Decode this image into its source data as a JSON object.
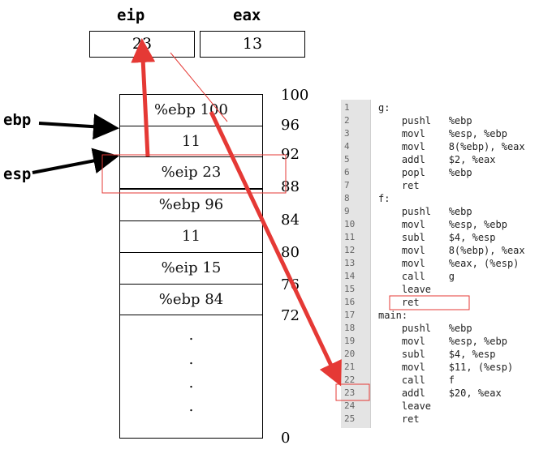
{
  "registers": [
    {
      "name": "eip",
      "value": "23"
    },
    {
      "name": "eax",
      "value": "13"
    }
  ],
  "stack": {
    "cells": [
      "%ebp 100",
      "11",
      "%eip 23",
      "%ebp 96",
      "11",
      "%eip 15",
      "%ebp 84"
    ],
    "addresses": [
      "100",
      "96",
      "92",
      "88",
      "84",
      "80",
      "76",
      "72",
      "0"
    ],
    "dots": [
      ".",
      ".",
      ".",
      "."
    ]
  },
  "pointers": [
    {
      "name": "ebp",
      "target": "96"
    },
    {
      "name": "esp",
      "target": "92"
    }
  ],
  "colors": {
    "arrow": "#e53935",
    "highlight": "#e53935",
    "gutter": "#e4e4e4"
  },
  "code": [
    {
      "n": "1",
      "t": "g:"
    },
    {
      "n": "2",
      "t": "    pushl   %ebp"
    },
    {
      "n": "3",
      "t": "    movl    %esp, %ebp"
    },
    {
      "n": "4",
      "t": "    movl    8(%ebp), %eax"
    },
    {
      "n": "5",
      "t": "    addl    $2, %eax"
    },
    {
      "n": "6",
      "t": "    popl    %ebp"
    },
    {
      "n": "7",
      "t": "    ret"
    },
    {
      "n": "8",
      "t": "f:"
    },
    {
      "n": "9",
      "t": "    pushl   %ebp"
    },
    {
      "n": "10",
      "t": "    movl    %esp, %ebp"
    },
    {
      "n": "11",
      "t": "    subl    $4, %esp"
    },
    {
      "n": "12",
      "t": "    movl    8(%ebp), %eax"
    },
    {
      "n": "13",
      "t": "    movl    %eax, (%esp)"
    },
    {
      "n": "14",
      "t": "    call    g"
    },
    {
      "n": "15",
      "t": "    leave"
    },
    {
      "n": "16",
      "t": "    ret"
    },
    {
      "n": "17",
      "t": "main:"
    },
    {
      "n": "18",
      "t": "    pushl   %ebp"
    },
    {
      "n": "19",
      "t": "    movl    %esp, %ebp"
    },
    {
      "n": "20",
      "t": "    subl    $4, %esp"
    },
    {
      "n": "21",
      "t": "    movl    $11, (%esp)"
    },
    {
      "n": "22",
      "t": "    call    f"
    },
    {
      "n": "23",
      "t": "    addl    $20, %eax"
    },
    {
      "n": "24",
      "t": "    leave"
    },
    {
      "n": "25",
      "t": "    ret"
    }
  ]
}
